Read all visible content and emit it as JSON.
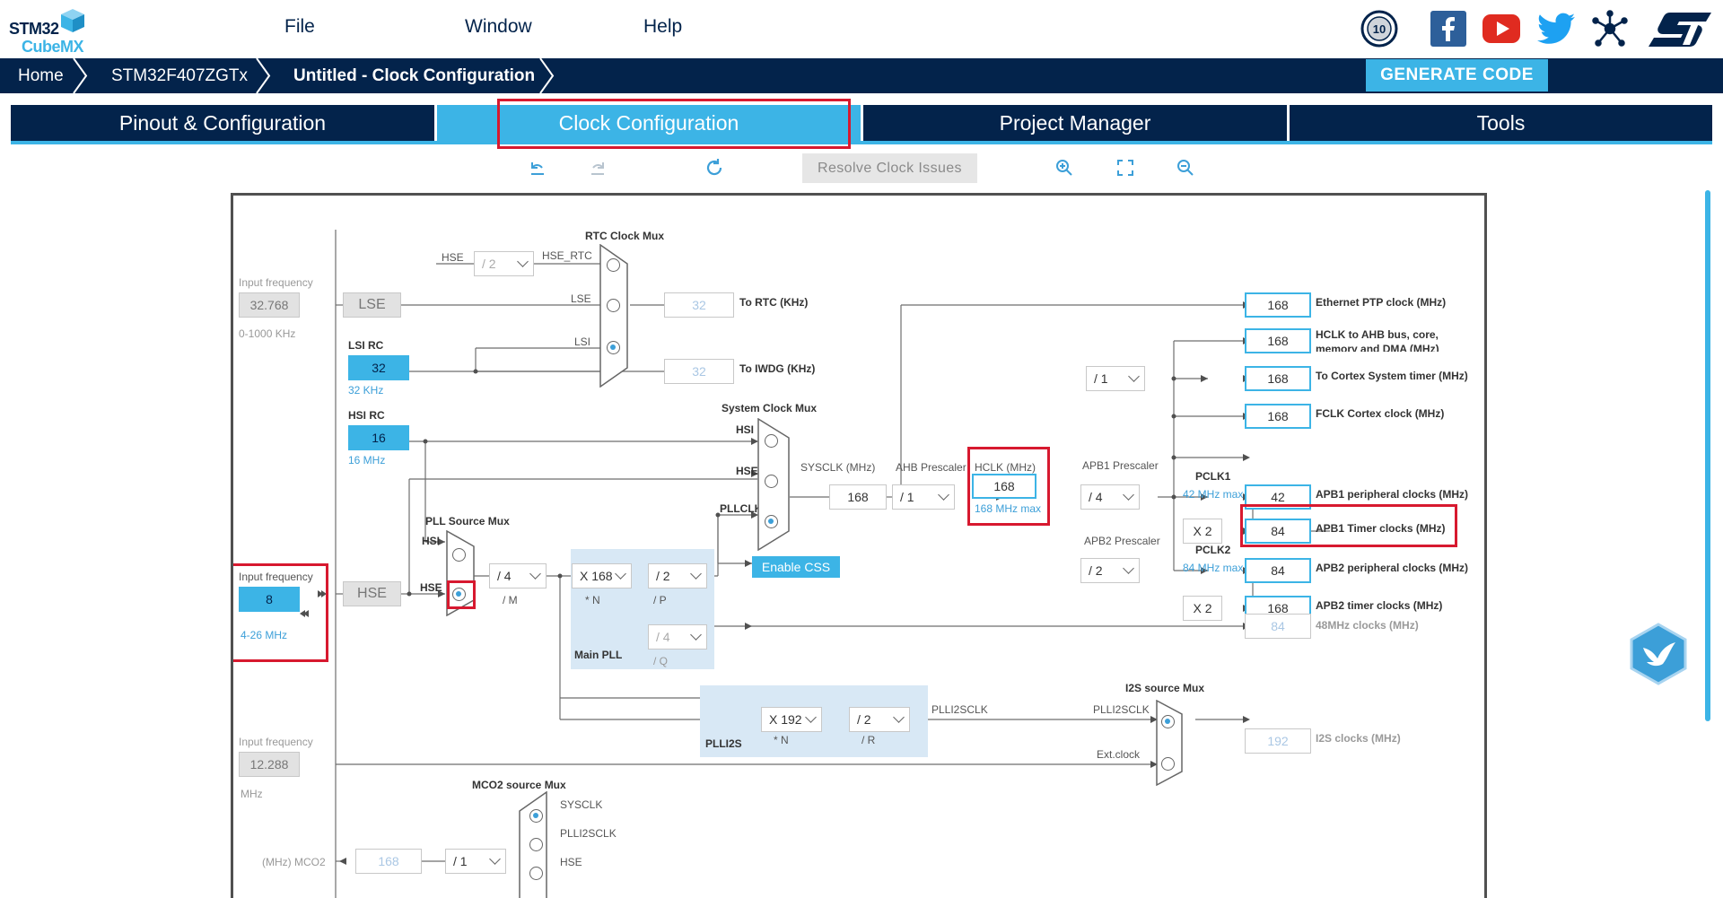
{
  "app": {
    "logo_line1": "STM32",
    "logo_line2": "CubeMX"
  },
  "menu": [
    "File",
    "Window",
    "Help"
  ],
  "breadcrumb": [
    "Home",
    "STM32F407ZGTx",
    "Untitled - Clock Configuration"
  ],
  "generate_label": "GENERATE CODE",
  "tabs": [
    "Pinout & Configuration",
    "Clock Configuration",
    "Project Manager",
    "Tools"
  ],
  "toolbar": {
    "resolve_label": "Resolve Clock Issues"
  },
  "social_icons": [
    "anniversary-10-icon",
    "facebook-icon",
    "youtube-icon",
    "twitter-icon",
    "network-icon",
    "st-logo-icon"
  ],
  "colors": {
    "navy": "#03234b",
    "accent": "#3cb4e6",
    "highlight": "#d7192f"
  },
  "clock": {
    "lse_input_label": "Input frequency",
    "lse_input_value": "32.768",
    "lse_range": "0-1000 KHz",
    "lse_label": "LSE",
    "lsi_label": "LSI RC",
    "lsi_value": "32",
    "lsi_unit": "32 KHz",
    "hsi_label": "HSI RC",
    "hsi_value": "16",
    "hsi_unit": "16 MHz",
    "hse_input_label": "Input frequency",
    "hse_input_value": "8",
    "hse_range": "4-26 MHz",
    "hse_label": "HSE",
    "i2s_input_label": "Input frequency",
    "i2s_input_value": "12.288",
    "i2s_unit": "MHz",
    "rtc_mux_label": "RTC Clock Mux",
    "rtc_hse": "HSE",
    "rtc_div": "/ 2",
    "rtc_hse_rtc": "HSE_RTC",
    "rtc_lse": "LSE",
    "rtc_lsi": "LSI",
    "rtc_out": "32",
    "rtc_out_label": "To RTC (KHz)",
    "iwdg_out": "32",
    "iwdg_out_label": "To IWDG (KHz)",
    "sys_mux_label": "System Clock Mux",
    "sys_hsi": "HSI",
    "sys_hse": "HSE",
    "sys_pll": "PLLCLK",
    "enable_css": "Enable CSS",
    "pll_src_label": "PLL Source Mux",
    "pll_hsi": "HSI",
    "pll_hse": "HSE",
    "pll_m": "/ 4",
    "pll_m_label": "/ M",
    "pll_n": "X 168",
    "pll_n_label": "* N",
    "pll_p": "/ 2",
    "pll_p_label": "/ P",
    "pll_q": "/ 4",
    "pll_q_label": "/ Q",
    "main_pll_label": "Main PLL",
    "sysclk_label": "SYSCLK (MHz)",
    "sysclk": "168",
    "ahb_label": "AHB Prescaler",
    "ahb": "/ 1",
    "hclk_label": "HCLK (MHz)",
    "hclk": "168",
    "hclk_max": "168 MHz max",
    "cortex_div": "/ 1",
    "apb1_label": "APB1 Prescaler",
    "apb1": "/ 4",
    "pclk1_label": "PCLK1",
    "pclk1_max": "42 MHz max",
    "apb2_label": "APB2 Prescaler",
    "apb2": "/ 2",
    "pclk2_label": "PCLK2",
    "pclk2_max": "84 MHz max",
    "x2a": "X 2",
    "x2b": "X 2",
    "outputs": [
      {
        "value": "168",
        "label": "Ethernet PTP clock (MHz)"
      },
      {
        "value": "168",
        "label": "HCLK to AHB bus, core,"
      },
      {
        "value": "168",
        "label": "To Cortex System timer (MHz)"
      },
      {
        "value": "168",
        "label": "FCLK Cortex clock (MHz)"
      },
      {
        "value": "42",
        "label": "APB1 peripheral clocks (MHz)"
      },
      {
        "value": "84",
        "label": "APB1 Timer clocks (MHz)"
      },
      {
        "value": "84",
        "label": "APB2 peripheral clocks (MHz)"
      },
      {
        "value": "168",
        "label": "APB2 timer clocks (MHz)"
      },
      {
        "value": "84",
        "label": "48MHz clocks (MHz)"
      },
      {
        "value": "192",
        "label": "I2S clocks (MHz)"
      }
    ],
    "hclk_label2": "memory and DMA (MHz)",
    "plli2s_n": "X 192",
    "plli2s_n_label": "* N",
    "plli2s_r": "/ 2",
    "plli2s_r_label": "/ R",
    "plli2s_label": "PLLI2S",
    "plli2sclk": "PLLI2SCLK",
    "i2s_mux_label": "I2S source Mux",
    "i2s_plli2sclk": "PLLI2SCLK",
    "i2s_ext": "Ext.clock",
    "mco2_mux_label": "MCO2 source Mux",
    "mco2_sysclk": "SYSCLK",
    "mco2_plli2s": "PLLI2SCLK",
    "mco2_hse": "HSE",
    "mco2_label": "(MHz) MCO2",
    "mco2_value": "168",
    "mco2_div": "/ 1"
  }
}
